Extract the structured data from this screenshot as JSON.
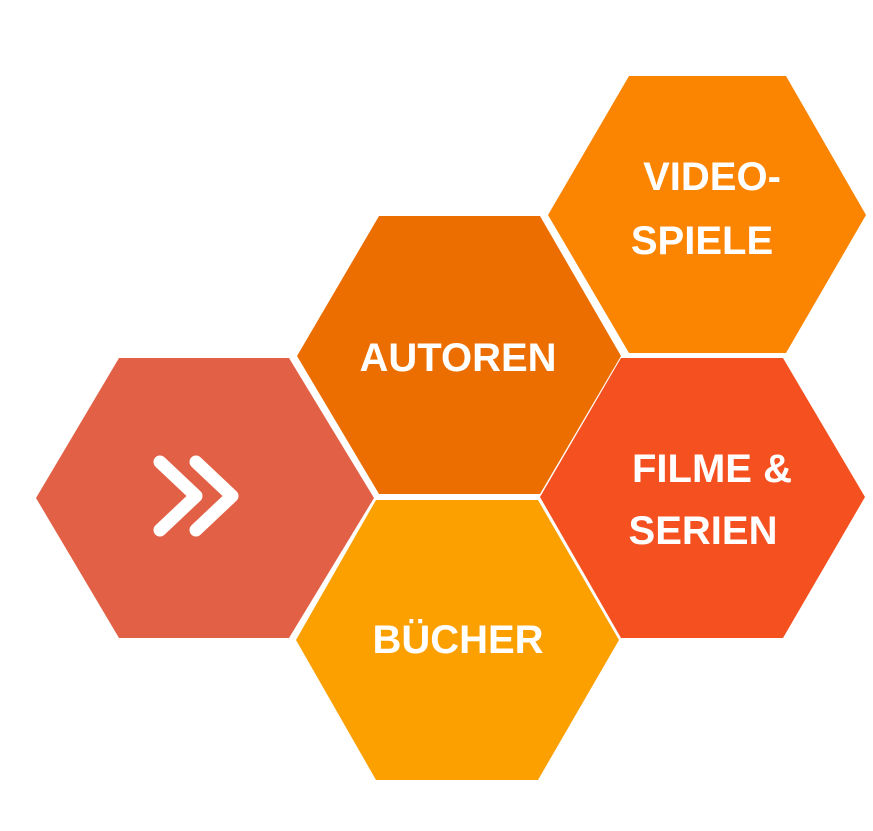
{
  "tiles": {
    "next": {
      "label": "»",
      "color": "#e26146"
    },
    "autoren": {
      "label": "AUTOREN",
      "color": "#ec6e00"
    },
    "videospiele": {
      "line1": "VIDEO-",
      "line2": "SPIELE",
      "color": "#fb8400"
    },
    "filme": {
      "line1": "FILME &",
      "line2": "SERIEN",
      "color": "#f45020"
    },
    "buecher": {
      "label": "BÜCHER",
      "color": "#fca000"
    }
  }
}
